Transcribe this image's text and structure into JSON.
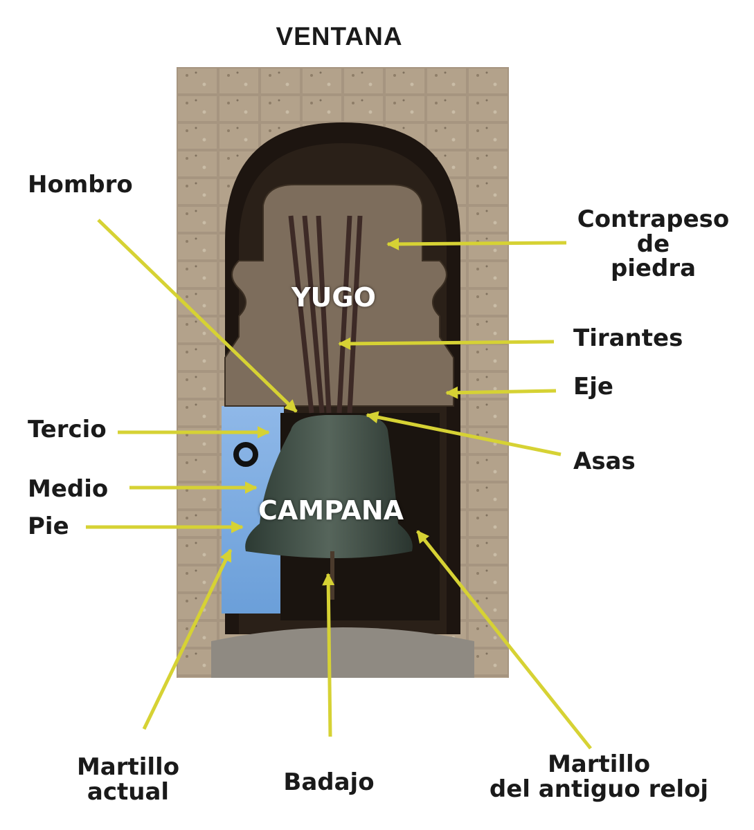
{
  "title": "VENTANA",
  "overlay_labels": {
    "yoke": "YUGO",
    "bell": "CAMPANA"
  },
  "labels": {
    "hombro": "Hombro",
    "tercio": "Tercio",
    "medio": "Medio",
    "pie": "Pie",
    "contrapeso": [
      "Contrapeso",
      "de",
      "piedra"
    ],
    "tirantes": "Tirantes",
    "eje": "Eje",
    "asas": "Asas",
    "martillo_actual": [
      "Martillo",
      "actual"
    ],
    "badajo": "Badajo",
    "martillo_reloj": [
      "Martillo",
      "del antiguo reloj"
    ]
  },
  "colors": {
    "arrow": "#d6d234",
    "text": "#1a1a1a",
    "background": "#ffffff"
  }
}
